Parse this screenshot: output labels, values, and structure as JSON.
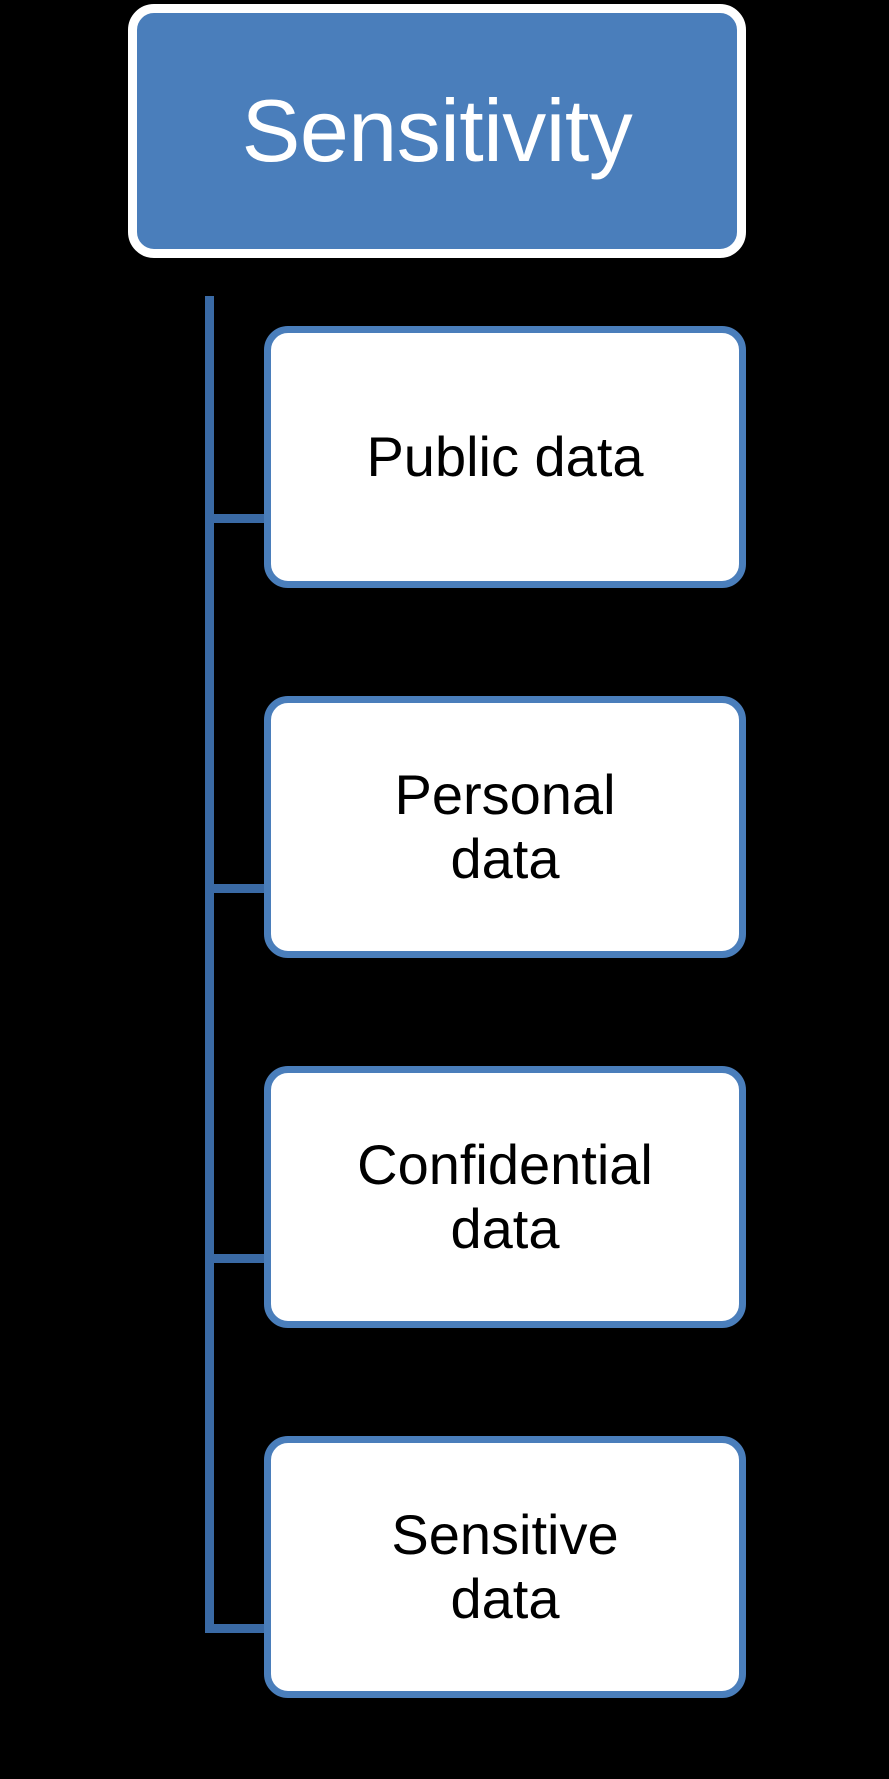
{
  "diagram": {
    "type": "hierarchy-tree",
    "orientation": "vertical-left-spine",
    "background_color": "#000000",
    "accent_color": "#4a7ebb",
    "connector_color": "#3a6aa5",
    "root_text_color": "#ffffff",
    "child_text_color": "#000000",
    "child_fill_color": "#ffffff",
    "root": {
      "label": "Sensitivity"
    },
    "children": [
      {
        "label": "Public data"
      },
      {
        "label": "Personal\ndata"
      },
      {
        "label": "Confidential\ndata"
      },
      {
        "label": "Sensitive\ndata"
      }
    ]
  }
}
